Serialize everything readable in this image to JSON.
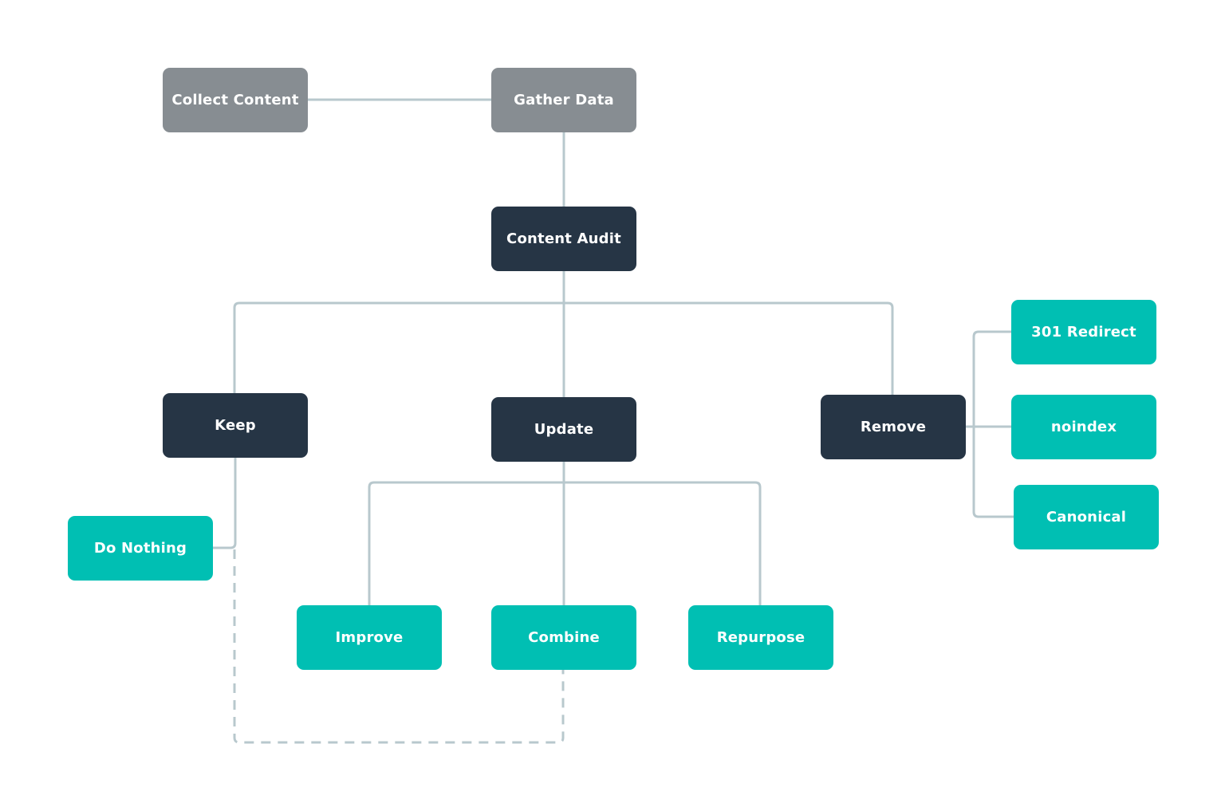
{
  "colors": {
    "input_node": "#878d92",
    "decision_node": "#263545",
    "action_node": "#00bfb3",
    "connector": "#b8c8cd"
  },
  "nodes": {
    "collect_content": "Collect Content",
    "gather_data": "Gather Data",
    "content_audit": "Content Audit",
    "keep": "Keep",
    "update": "Update",
    "remove": "Remove",
    "do_nothing": "Do Nothing",
    "improve": "Improve",
    "combine": "Combine",
    "repurpose": "Repurpose",
    "redirect_301": "301 Redirect",
    "noindex": "noindex",
    "canonical": "Canonical"
  }
}
